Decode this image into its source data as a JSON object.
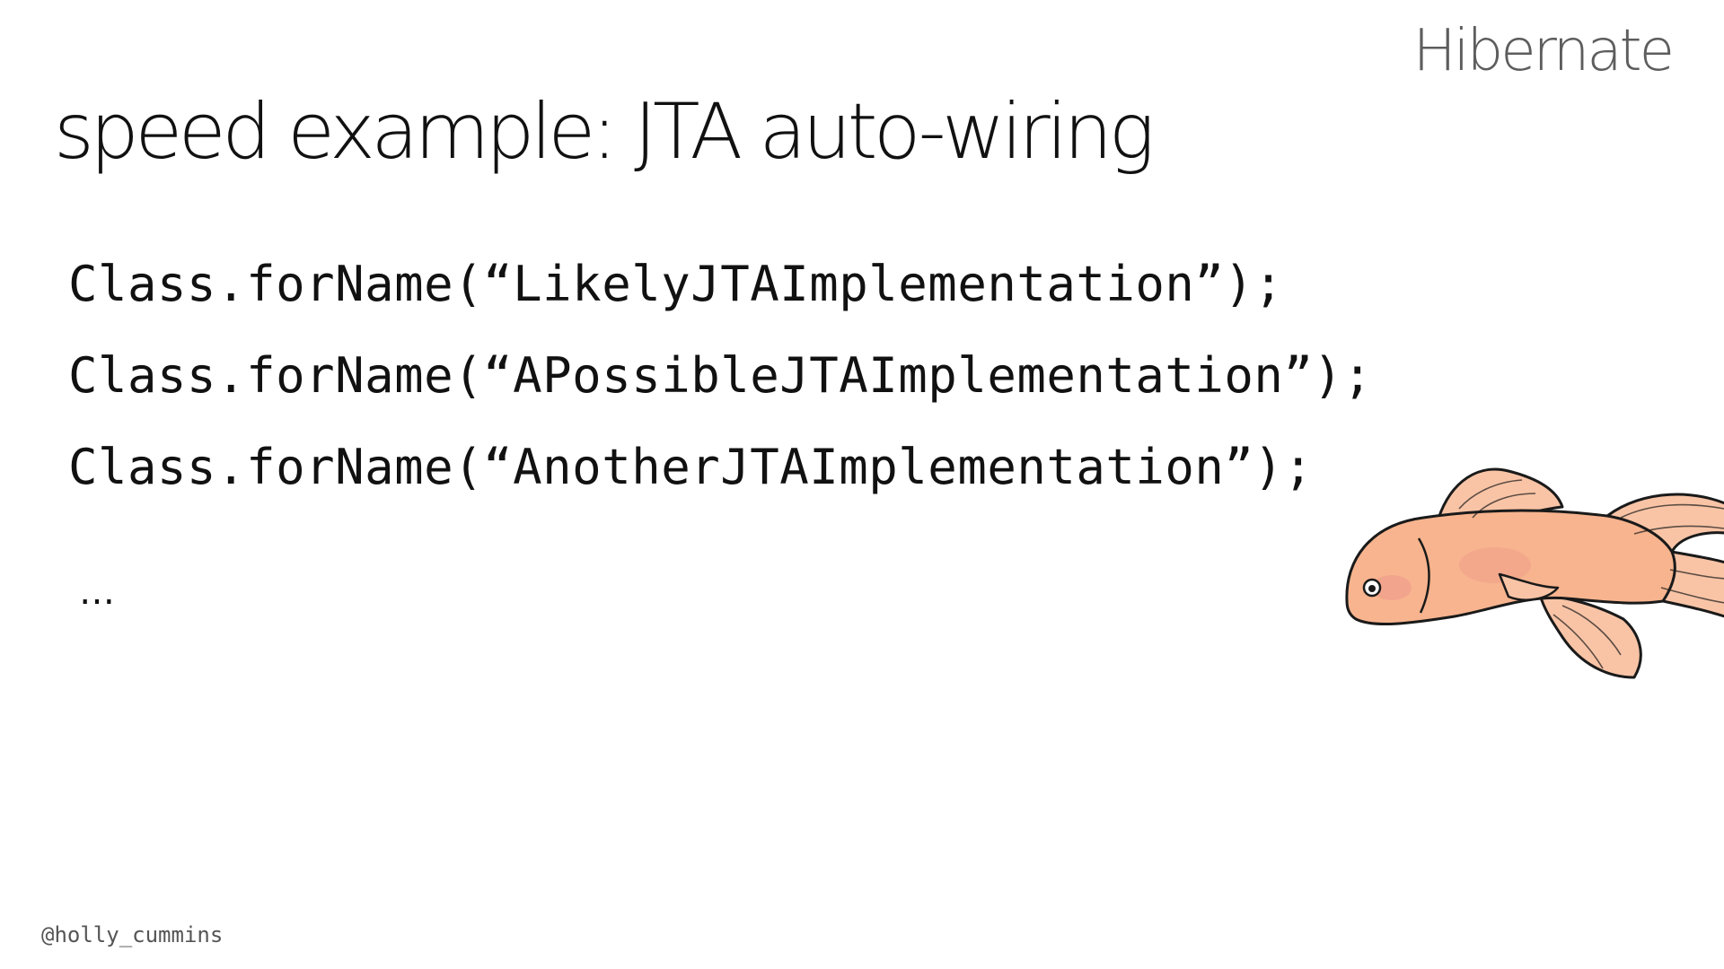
{
  "header": {
    "brand": "Hibernate",
    "title": "speed example: JTA auto-wiring"
  },
  "code": {
    "lines": [
      "Class.forName(“LikelyJTAImplementation”);",
      "Class.forName(“APossibleJTAImplementation”);",
      "Class.forName(“AnotherJTAImplementation”);"
    ],
    "ellipsis": "…"
  },
  "footer": {
    "handle": "@holly_cummins"
  },
  "illustration": {
    "icon": "goldfish-illustration",
    "colors": {
      "body": "#f7b48e",
      "fin": "#f9c4a6",
      "blush": "#ee9a8a",
      "outline": "#1a1a1a"
    }
  }
}
